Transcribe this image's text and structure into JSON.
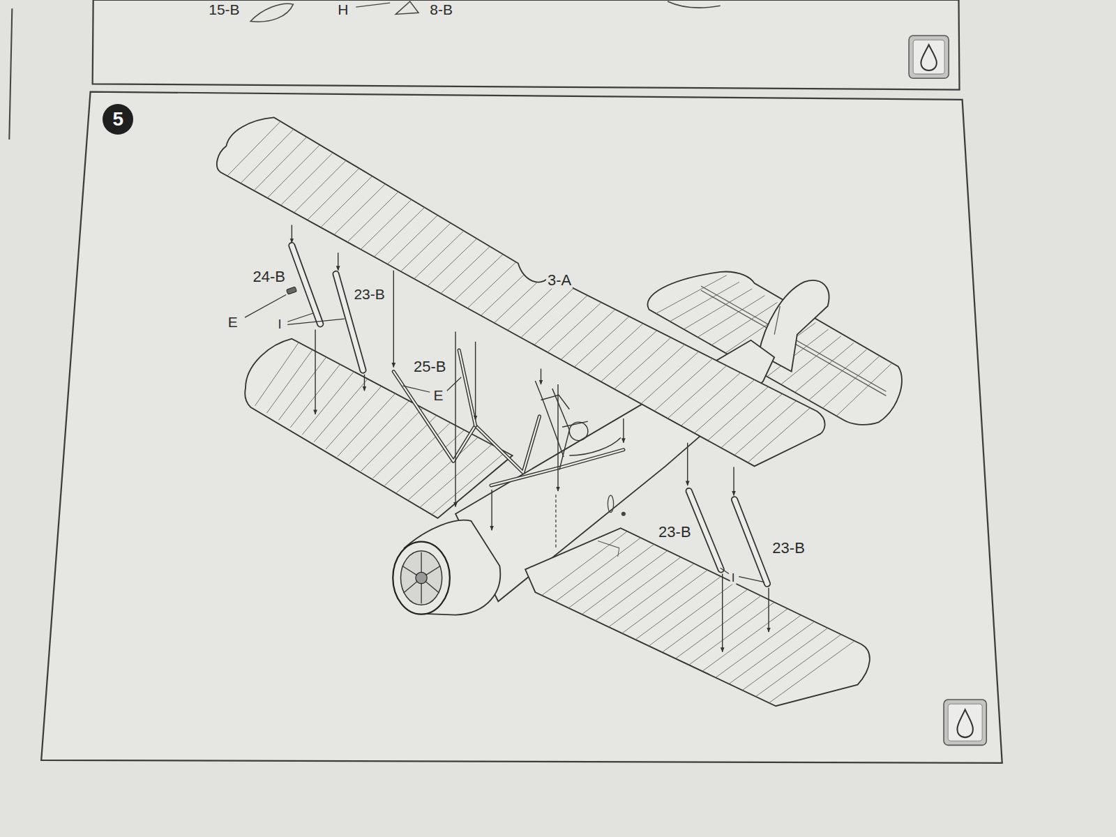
{
  "diagram": {
    "nodes": [
      {
        "text": [
          "5"
        ]
      }
    ],
    "labels": [
      "15-B",
      "H",
      "8-B",
      "24-B",
      "3-A",
      "23-B",
      "E",
      "I",
      "25-B",
      "E",
      "23-B",
      "23-B",
      "I"
    ]
  }
}
